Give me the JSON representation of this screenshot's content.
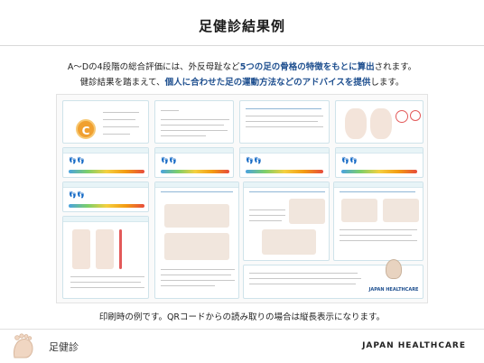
{
  "header": {
    "title": "足健診結果例"
  },
  "intro": {
    "line1_a": "A〜Dの4段階の総合評価には、外反母趾など",
    "line1_b": "5つの足の骨格の特徴をもとに算出",
    "line1_c": "されます。",
    "line2_a": "健診結果を踏まえて、",
    "line2_b": "個人に合わせた足の運動方法などのアドバイスを提供",
    "line2_c": "します。"
  },
  "report": {
    "grade": "C",
    "brand": "JAPAN HEALTHCARE"
  },
  "caption": "印刷時の例です。QRコードからの読み取りの場合は縦長表示になります。",
  "footer": {
    "left": "足健診",
    "right": "JAPAN HEALTHCARE"
  },
  "colors": {
    "accent": "#1e4f8f",
    "grade_badge": "#f0a030"
  }
}
